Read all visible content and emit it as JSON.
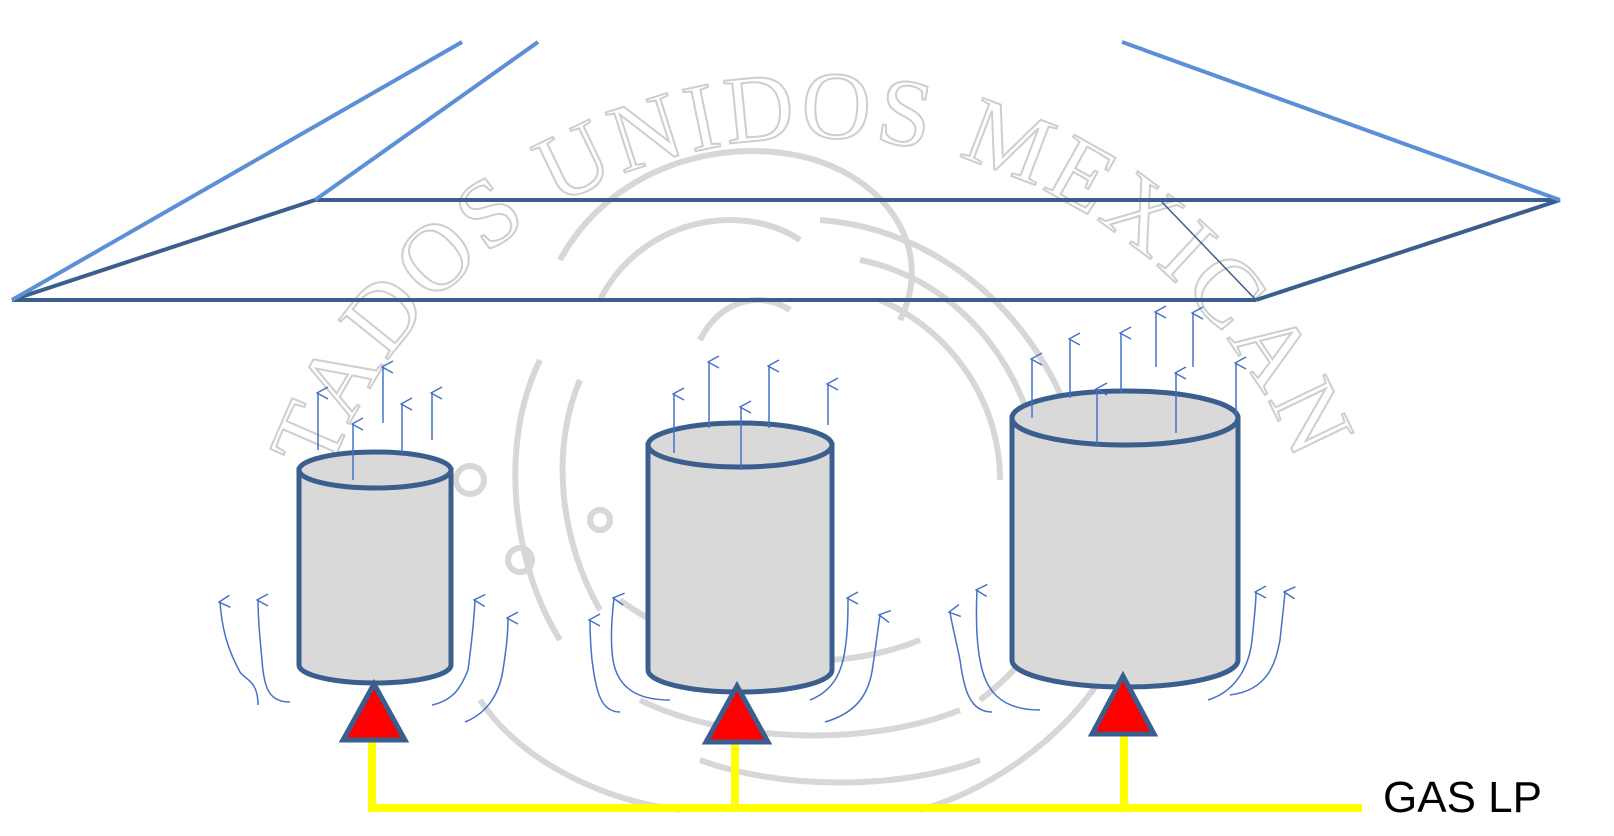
{
  "watermark": {
    "text": "ESTADOS UNIDOS MEXICANOS",
    "color": "#c9c9c9"
  },
  "gas_line": {
    "label": "GAS LP",
    "color": "#ffff00"
  },
  "colors": {
    "hood_dark": "#3a5f8e",
    "hood_light": "#5b8fd6",
    "pot_fill": "#d9d9d9",
    "pot_stroke": "#3a5f8e",
    "burner_fill": "#ff0000",
    "burner_stroke": "#3a5f8e",
    "flow_arrow": "#4472c4"
  },
  "burners": [
    {
      "name": "small"
    },
    {
      "name": "medium"
    },
    {
      "name": "large"
    }
  ]
}
